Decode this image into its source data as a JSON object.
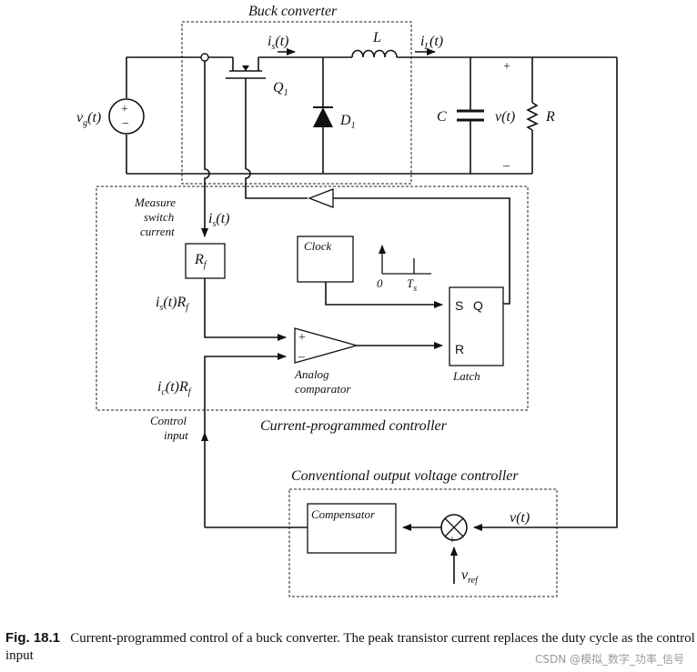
{
  "diagram": {
    "buck_box_title": "Buck converter",
    "controller_box_title": "Current-programmed controller",
    "vcontroller_box_title": "Conventional output voltage controller",
    "vg": "v",
    "vg_sub": "g",
    "vg_arg": "(t)",
    "plus": "+",
    "minus": "−",
    "is_top": "i",
    "is_top_sub": "s",
    "is_top_arg": "(t)",
    "Q1": "Q",
    "Q1_sub": "1",
    "L": "L",
    "iL": "i",
    "iL_sub": "L",
    "iL_arg": "(t)",
    "D1": "D",
    "D1_sub": "1",
    "C": "C",
    "v_out": "v(t)",
    "R": "R",
    "out_plus": "+",
    "out_minus": "–",
    "measure1": "Measure",
    "measure2": "switch",
    "measure3": "current",
    "is_meas": "i",
    "is_meas_sub": "s",
    "is_meas_arg": "(t)",
    "Rf": "R",
    "Rf_sub": "f",
    "isRf": "i",
    "isRf_sub": "s",
    "isRf_arg": "(t)R",
    "isRf_sub2": "f",
    "clock": "Clock",
    "axis0": "0",
    "Ts": "T",
    "Ts_sub": "s",
    "S": "S",
    "Q": "Q",
    "Rlatch": "R",
    "latch": "Latch",
    "comp_plus": "+",
    "comp_minus": "–",
    "analog1": "Analog",
    "analog2": "comparator",
    "icRf": "i",
    "icRf_sub": "c",
    "icRf_arg": "(t)R",
    "icRf_sub2": "f",
    "ctrl1": "Control",
    "ctrl2": "input",
    "compensator": "Compensator",
    "v_fb": "v(t)",
    "sum_plus": "+",
    "vref": "v",
    "vref_sub": "ref"
  },
  "caption": {
    "fig_label": "Fig. 18.1",
    "text": "Current-programmed control of a buck converter. The peak transistor current replaces the duty cycle as the control input"
  },
  "watermark": "CSDN @模拟_数字_功率_信号"
}
